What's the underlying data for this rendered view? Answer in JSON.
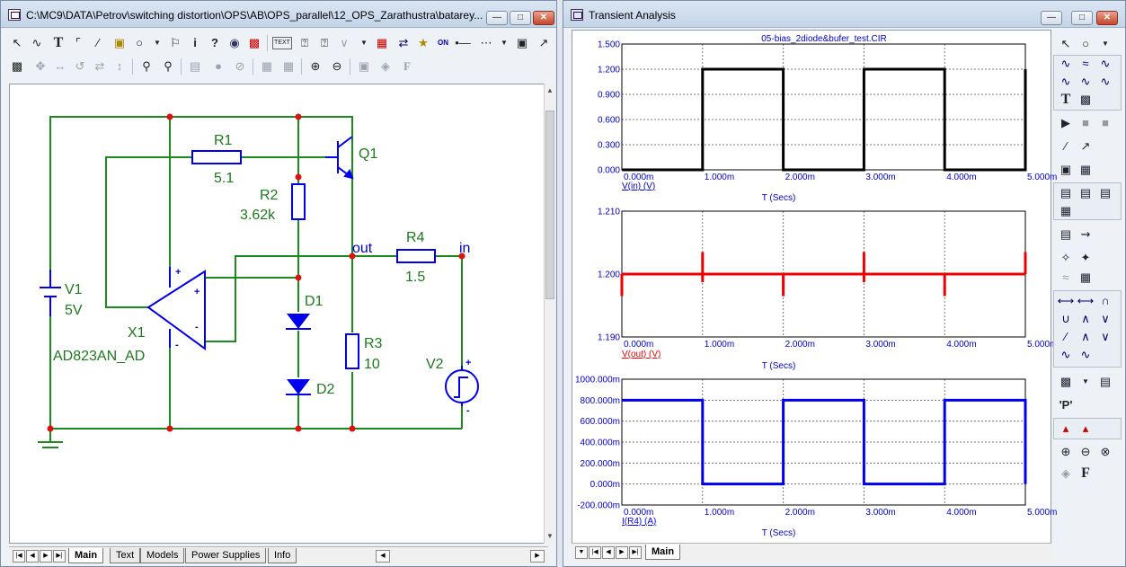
{
  "schematic_window": {
    "title": "C:\\MC9\\DATA\\Petrov\\switching distortion\\OPS\\AB\\OPS_parallel\\12_OPS_Zarathustra\\batarey...",
    "tabs": [
      "Main",
      "Text",
      "Models",
      "Power Supplies",
      "Info"
    ],
    "active_tab": "Main",
    "toolbar_text_label": "TEXT",
    "toolbar_on_label": "ON"
  },
  "schematic": {
    "components": {
      "r1": {
        "name": "R1",
        "value": "5.1"
      },
      "r2": {
        "name": "R2",
        "value": "3.62k"
      },
      "r3": {
        "name": "R3",
        "value": "10"
      },
      "r4": {
        "name": "R4",
        "value": "1.5"
      },
      "q1": {
        "name": "Q1"
      },
      "d1": {
        "name": "D1"
      },
      "d2": {
        "name": "D2"
      },
      "v1": {
        "name": "V1",
        "value": "5V"
      },
      "v2": {
        "name": "V2"
      },
      "x1": {
        "name": "X1",
        "value": "AD823AN_AD"
      }
    },
    "nodes": {
      "out": "out",
      "in": "in"
    },
    "opamp_pins": {
      "plus_top": "+",
      "plus_in": "+",
      "minus_in": "-",
      "minus_bottom": "-"
    },
    "v2_pins": {
      "plus": "+",
      "minus": "-"
    },
    "colors": {
      "wire": "#1c8a1c",
      "node": "#dd1111",
      "label": "#1c7a1c",
      "component": "#0000ee",
      "pin": "#0000cc"
    }
  },
  "transient_window": {
    "title": "Transient Analysis",
    "file_name": "05-bias_2diode&bufer_test.CIR",
    "tabs": [
      "Main"
    ],
    "active_tab": "Main"
  },
  "right_toolbar": {
    "p_label": "'P'",
    "f_label": "F"
  },
  "chart_data": [
    {
      "type": "line",
      "ylim": [
        0,
        1.5
      ],
      "y_ticks": [
        "0.000",
        "0.300",
        "0.600",
        "0.900",
        "1.200",
        "1.500"
      ],
      "x_ticks": [
        "0.000m",
        "1.000m",
        "2.000m",
        "3.000m",
        "4.000m",
        "5.000m"
      ],
      "xlabel": "T (Secs)",
      "series": [
        {
          "name": "V(in) (V)",
          "color": "#000000",
          "x": [
            0,
            1,
            1,
            2,
            2,
            3,
            3,
            4,
            4,
            5,
            5
          ],
          "y": [
            0,
            0,
            1.2,
            1.2,
            0,
            0,
            1.2,
            1.2,
            0,
            0,
            1.2
          ]
        }
      ],
      "grid": true
    },
    {
      "type": "line",
      "ylim": [
        1.19,
        1.21
      ],
      "y_ticks": [
        "1.190",
        "1.200",
        "1.210"
      ],
      "x_ticks": [
        "0.000m",
        "1.000m",
        "2.000m",
        "3.000m",
        "4.000m",
        "5.000m"
      ],
      "xlabel": "T (Secs)",
      "series": [
        {
          "name": "V(out) (V)",
          "color": "#ee0000",
          "x": [
            0,
            5
          ],
          "y": [
            1.2,
            1.2
          ],
          "spikes": [
            {
              "x": 0,
              "y_top": 1.2,
              "y_bottom": 1.1965
            },
            {
              "x": 1,
              "y_top": 1.2035,
              "y_bottom": 1.1987
            },
            {
              "x": 2,
              "y_top": 1.2,
              "y_bottom": 1.1965
            },
            {
              "x": 3,
              "y_top": 1.2035,
              "y_bottom": 1.1987
            },
            {
              "x": 4,
              "y_top": 1.2,
              "y_bottom": 1.1965
            },
            {
              "x": 5,
              "y_top": 1.2035,
              "y_bottom": 1.2
            }
          ]
        }
      ],
      "grid": true
    },
    {
      "type": "line",
      "ylim": [
        -200,
        1000
      ],
      "y_ticks": [
        "-200.000m",
        "0.000m",
        "200.000m",
        "400.000m",
        "600.000m",
        "800.000m",
        "1000.000m"
      ],
      "x_ticks": [
        "0.000m",
        "1.000m",
        "2.000m",
        "3.000m",
        "4.000m",
        "5.000m"
      ],
      "xlabel": "T (Secs)",
      "series": [
        {
          "name": "I(R4) (A)",
          "color": "#0000ee",
          "x": [
            0,
            1,
            1,
            2,
            2,
            3,
            3,
            4,
            4,
            5,
            5
          ],
          "y": [
            800,
            800,
            0,
            0,
            800,
            800,
            0,
            0,
            800,
            800,
            0
          ]
        }
      ],
      "grid": true
    }
  ]
}
